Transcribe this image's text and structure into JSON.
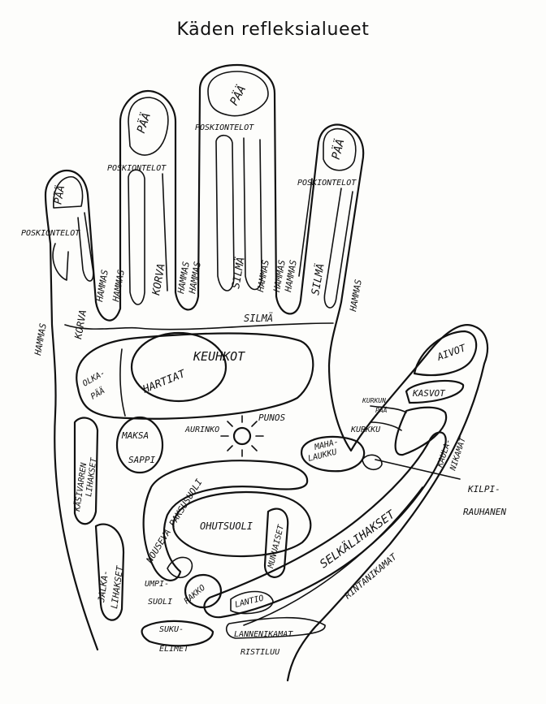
{
  "title": "Käden refleksialueet",
  "labels": {
    "paa_1": "PÄÄ",
    "paa_2": "PÄÄ",
    "paa_3": "PÄÄ",
    "paa_4": "PÄÄ",
    "poskiontelot_1": "POSKIONTELOT",
    "poskiontelot_2": "POSKIONTELOT",
    "poskiontelot_3": "POSKIONTELOT",
    "poskiontelot_4": "POSKIONTELOT",
    "hammas_1": "HAMMAS",
    "hammas_2": "HAMMAS",
    "hammas_3": "HAMMAS",
    "hammas_4": "HAMMAS",
    "hammas_5": "HAMMAS",
    "hammas_6": "HAMMAS",
    "hammas_7": "HAMMAS",
    "hammas_8": "HAMMAS",
    "hammas_9": "HAMMAS",
    "korva_1": "KORVA",
    "korva_2": "KORVA",
    "silma_1": "SILMÄ",
    "silma_2": "SILMÄ",
    "silma_3": "SILMÄ",
    "keuhkot": "KEUHKOT",
    "hartiat": "HARTIAT",
    "olkapaa_1": "OLKA-",
    "olkapaa_2": "PÄÄ",
    "maksa": "MAKSA",
    "sappi": "SAPPI",
    "aurinko": "AURINKO",
    "punos": "PUNOS",
    "aivot": "AIVOT",
    "kasvot": "KASVOT",
    "kurkunpaa_1": "KURKUN-",
    "kurkunpaa_2": "PÄÄ",
    "kurkku": "KURKKU",
    "mahalaukku_1": "MAHA-",
    "mahalaukku_2": "LAUKKU",
    "kaulanikamat_1": "KAULA-",
    "kaulanikamat_2": "NIKAMAT",
    "kilpirauhanen_1": "KILPI-",
    "kilpirauhanen_2": "RAUHANEN",
    "kasivarren_1": "KÄSIVARREN",
    "kasivarren_2": "LIHAKSET",
    "nouseva": "NOUSEVA PAKSUSUOLI",
    "ohutsuoli": "OHUTSUOLI",
    "munuaiset": "MUNUAISET",
    "selkalihakset": "SELKÄLIHAKSET",
    "rintanikamat": "RINTANIKAMAT",
    "jalka_1": "JALKA-",
    "jalka_2": "LIHAKSET",
    "umpisuoli_1": "UMPI-",
    "umpisuoli_2": "SUOLI",
    "rakko": "RAKKO",
    "lantio": "LANTIO",
    "sukuelimet_1": "SUKU-",
    "sukuelimet_2": "ELIMET",
    "lannenikamat": "LANNENIKAMAT",
    "ristiluu": "RISTILUU"
  }
}
